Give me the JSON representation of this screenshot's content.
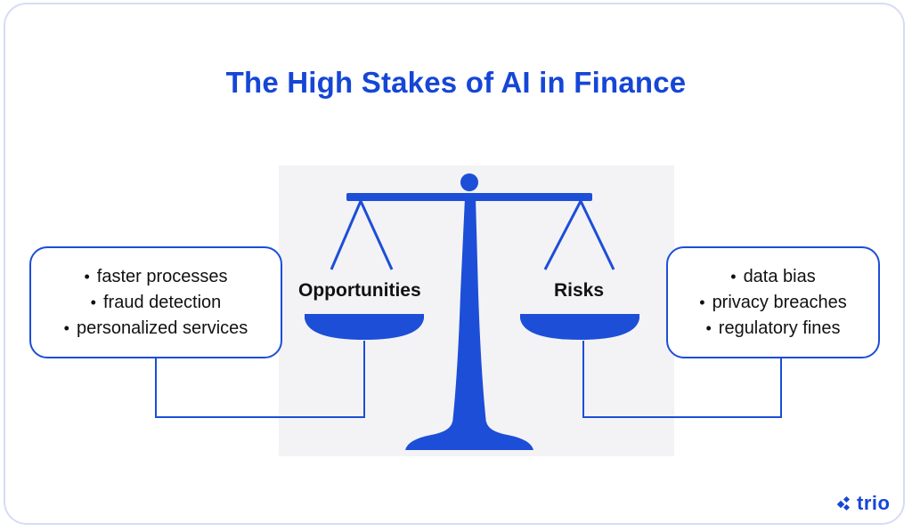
{
  "title": "The High Stakes of AI in Finance",
  "opportunities": {
    "label": "Opportunities",
    "items": [
      "faster processes",
      "fraud detection",
      "personalized services"
    ]
  },
  "risks": {
    "label": "Risks",
    "items": [
      "data bias",
      "privacy breaches",
      "regulatory fines"
    ]
  },
  "logo": {
    "text": "trio",
    "icon": "trio-logo-icon"
  },
  "colors": {
    "accent": "#1546d6",
    "scale": "#1d4ed8",
    "backdrop": "#f3f3f5",
    "border": "#d6dcf4"
  }
}
